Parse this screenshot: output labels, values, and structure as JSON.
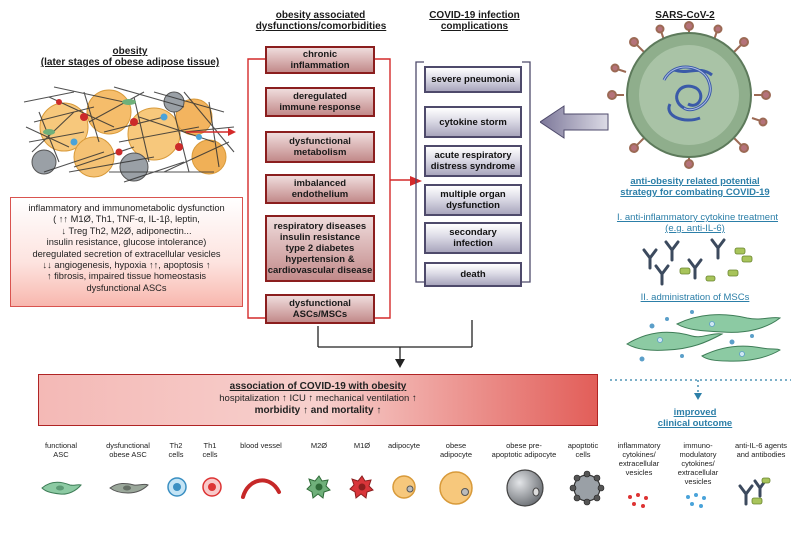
{
  "obesity": {
    "title": "obesity",
    "subtitle": "(later stages of obese adipose tissue)",
    "description_lines": [
      "inflammatory and immunometabolic dysfunction",
      "( ↑↑ M1Ø, Th1, TNF-α, IL-1β, leptin,",
      "↓ Treg  Th2, M2Ø, adiponectin...",
      "insulin resistance, glucose intolerance)",
      "deregulated secretion of extracellular vesicles",
      "↓↓ angiogenesis, hypoxia ↑↑, apoptosis ↑",
      "↑ fibrosis, impaired tissue homeostasis",
      "dysfunctional ASCs"
    ]
  },
  "dysfunctions": {
    "title_line1": "obesity associated",
    "title_line2": "dysfunctions/comorbidities",
    "items": [
      "chronic\ninflammation",
      "deregulated\nimmune response",
      "dysfunctional\nmetabolism",
      "imbalanced\nendothelium",
      "respiratory diseases\ninsulin resistance\ntype 2 diabetes\nhypertension &\ncardiovascular disease",
      "dysfunctional\nASCs/MSCs"
    ]
  },
  "covid": {
    "title_line1": "COVID-19 infection",
    "title_line2": "complications",
    "items": [
      "severe pneumonia",
      "cytokine storm",
      "acute respiratory\ndistress syndrome",
      "multiple organ\ndysfunction",
      "secondary\ninfection",
      "death"
    ]
  },
  "sars": {
    "title": "SARS-CoV-2"
  },
  "strategy": {
    "title_line1": "anti-obesity related potential",
    "title_line2": "strategy for combating COVID-19",
    "item1_line1": "I. anti-inflammatory cytokine treatment",
    "item1_line2": "(e.g. anti-IL-6)",
    "item2": "II. administration of MSCs",
    "outcome_line1": "improved",
    "outcome_line2": "clinical outcome"
  },
  "association": {
    "title": "association of COVID-19 with obesity",
    "line2": "hospitalization ↑  ICU ↑ mechanical ventilation ↑",
    "line3": "morbidity ↑ and mortality ↑"
  },
  "legend": [
    {
      "label": "functional\nASC",
      "icon": "functional-asc-icon"
    },
    {
      "label": "dysfunctional\nobese ASC",
      "icon": "dysfunctional-asc-icon"
    },
    {
      "label": "Th2\ncells",
      "icon": "th2-cell-icon"
    },
    {
      "label": "Th1\ncells",
      "icon": "th1-cell-icon"
    },
    {
      "label": "blood vessel",
      "icon": "blood-vessel-icon"
    },
    {
      "label": "M2Ø",
      "icon": "m2-macrophage-icon"
    },
    {
      "label": "M1Ø",
      "icon": "m1-macrophage-icon"
    },
    {
      "label": "adipocyte",
      "icon": "adipocyte-icon"
    },
    {
      "label": "obese\nadipocyte",
      "icon": "obese-adipocyte-icon"
    },
    {
      "label": "obese pre-\napoptotic adipocyte",
      "icon": "pre-apoptotic-adipocyte-icon"
    },
    {
      "label": "apoptotic\ncells",
      "icon": "apoptotic-cells-icon"
    },
    {
      "label": "inflammatory\ncytokines/\nextracellular\nvesicles",
      "icon": "inflammatory-cytokines-icon"
    },
    {
      "label": "immuno-\nmodulatory\ncytokines/\nextracellular\nvesicles",
      "icon": "immunomodulatory-cytokines-icon"
    },
    {
      "label": "anti-IL-6 agents\nand antibodies",
      "icon": "anti-il6-icon"
    }
  ],
  "colors": {
    "dark_red": "#8b1e1e",
    "red_arrow": "#d42a2a",
    "purple_border": "#4e4a6b",
    "blue_link": "#2c7fa8",
    "virus_body": "#8fae8c",
    "mauve_spike": "#b5727a"
  }
}
